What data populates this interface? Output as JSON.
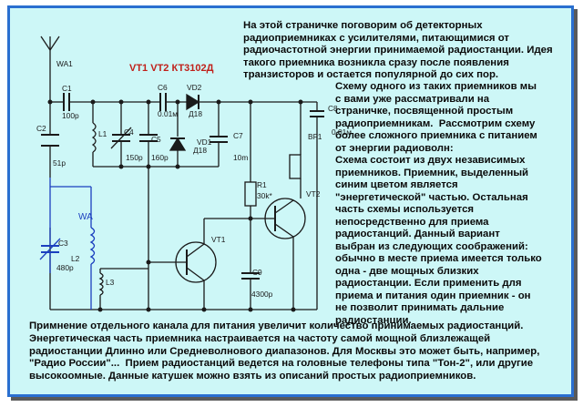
{
  "text": {
    "top": "На этой страничке поговорим об детекторных\nрадиоприемниках с усилителями, питающимися от\nрадиочастотной энергии принимаемой радиостанции. Идея\nтакого приемника возникла сразу после появления\nтранзисторов и остается популярной до сих пор.",
    "right": "Схему одного из таких приемников мы\nс вами уже рассматривали на\nстраничке, посвященной простым\nрадиоприемникам.  Рассмотрим схему\nболее сложного приемника с питанием\nот энергии радиоволн:\nСхема состоит из двух независимых\nприемников. Приемник, выделенный\nсиним цветом является\n\"энергетической\" частью. Остальная\nчасть схемы используется\nнепосредственно для приема\nрадиостанций. Данный вариант\nвыбран из следующих соображений:\nобычно в месте приема имеется только\nодна - две мощных близких\nрадиостанции. Если применить для\nприема и питания один приемник - он\nне позволит принимать дальние\nрадиостанции.",
    "bottom": "Примнение отдельного канала для питания увеличит количество принимаемых радиостанций.\nЭнергетическая часть приемника настраивается на частоту самой мощной близлежащей\nрадиостанции Длинно или Средневолнового диапазонов. Для Москвы это может быть, например,\n\"Радио России\"...  Прием радиостанций ведется на головные телефоны типа \"Тон-2\", или другие\nвысокоомные. Данные катушек можно взять из описаний простых радиоприемников."
  },
  "schematic": {
    "title": "VT1 VT2 КТ3102Д",
    "labels": {
      "wa1": "WA1",
      "c1": "C1",
      "c1v": "100p",
      "c2": "C2",
      "c2v": "51p",
      "c3": "C3",
      "c3v": "480p",
      "c4": "C4",
      "c4v": "150p",
      "c5": "C5",
      "c5v": "160p",
      "c6": "C6",
      "c6v": "0.01м",
      "c7": "C7",
      "c7v": "10m",
      "c8": "C8",
      "c8v": "0,01м",
      "c9": "C9",
      "c9v": "4300p",
      "l1": "L1",
      "l2": "L2",
      "l3": "L3",
      "vd1": "VD1",
      "vd1v": "Д18",
      "vd2": "VD2",
      "vd2v": "Д18",
      "r1": "R1",
      "r1v": "30k*",
      "bf1": "BF1",
      "vt1": "VT1",
      "vt2": "VT2",
      "wa": "WA"
    }
  },
  "colors": {
    "frame_bg": "#cdf7f7",
    "frame_border": "#2a6fd0",
    "wire_dark": "#1a1a1a",
    "wire_blue": "#1b3fbf",
    "component_labels": "#c0201a",
    "text": "#0a0a0a"
  }
}
